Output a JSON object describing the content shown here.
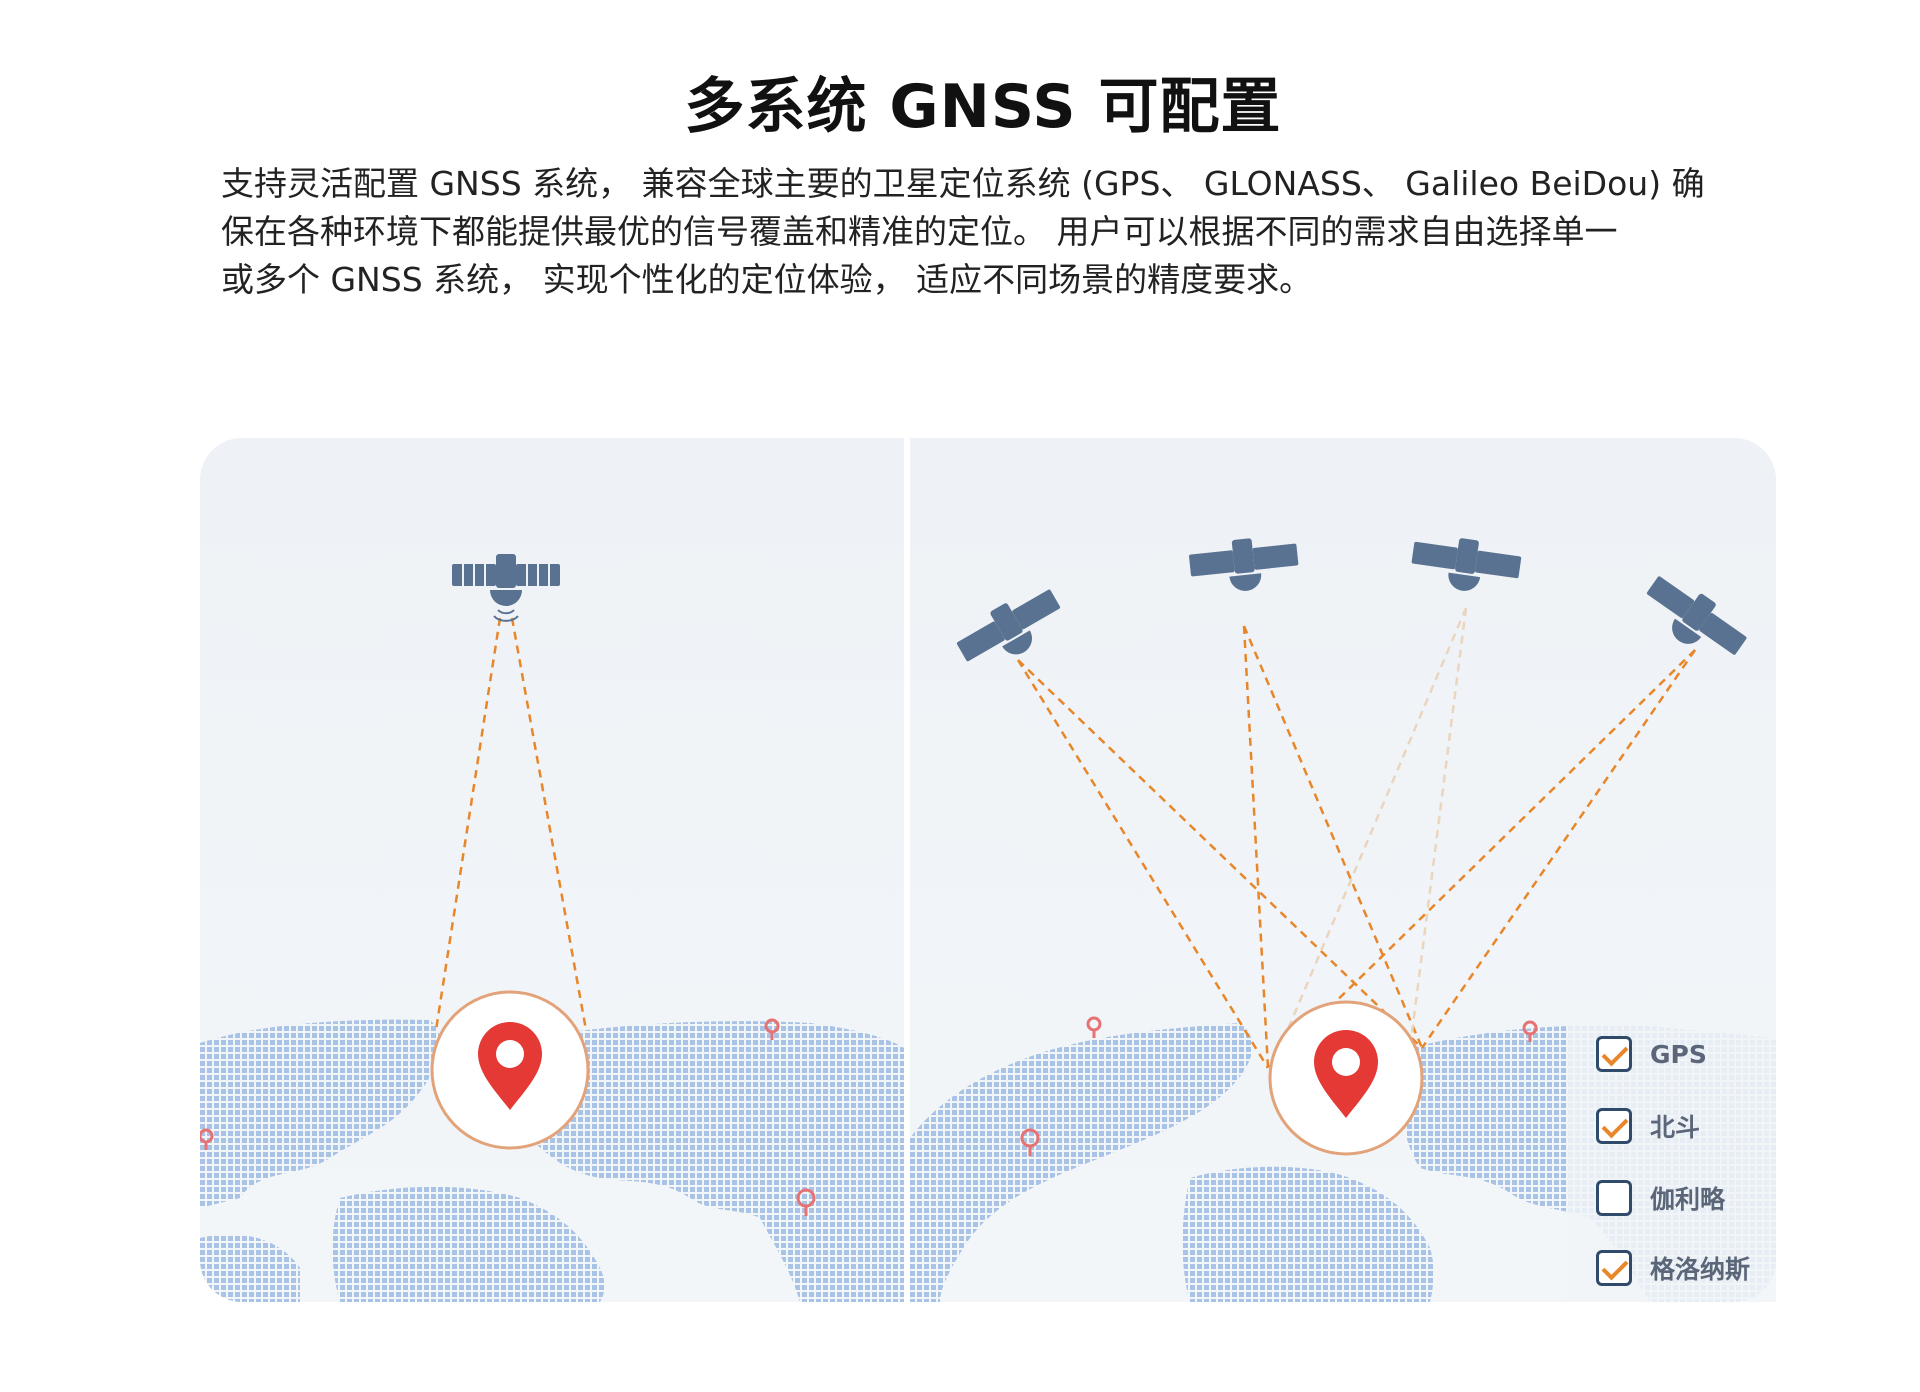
{
  "header": {
    "title": "多系统 GNSS 可配置",
    "description_lines": [
      "支持灵活配置 GNSS 系统， 兼容全球主要的卫星定位系统 (GPS、 GLONASS、 Galileo BeiDou) 确",
      "保在各种环境下都能提供最优的信号覆盖和精准的定位。 用户可以根据不同的需求自由选择单一",
      "或多个 GNSS 系统， 实现个性化的定位体验， 适应不同场景的精度要求。"
    ]
  },
  "legend": {
    "items": [
      {
        "label": "GPS",
        "checked": true
      },
      {
        "label": "北斗",
        "checked": true
      },
      {
        "label": "伽利略",
        "checked": false
      },
      {
        "label": "格洛纳斯",
        "checked": true
      }
    ]
  },
  "colors": {
    "panel_bg": "#f1f4f7",
    "map_dots": "#a9c3e6",
    "satellite": "#5a7291",
    "signal_line": "#e8862a",
    "signal_line_faded": "#ead5be",
    "pin": "#e53935",
    "lens_border": "#e2a37a"
  },
  "icons": {
    "satellite": "satellite-icon",
    "location_pin": "location-pin-icon",
    "checkbox": "checkbox-icon"
  }
}
